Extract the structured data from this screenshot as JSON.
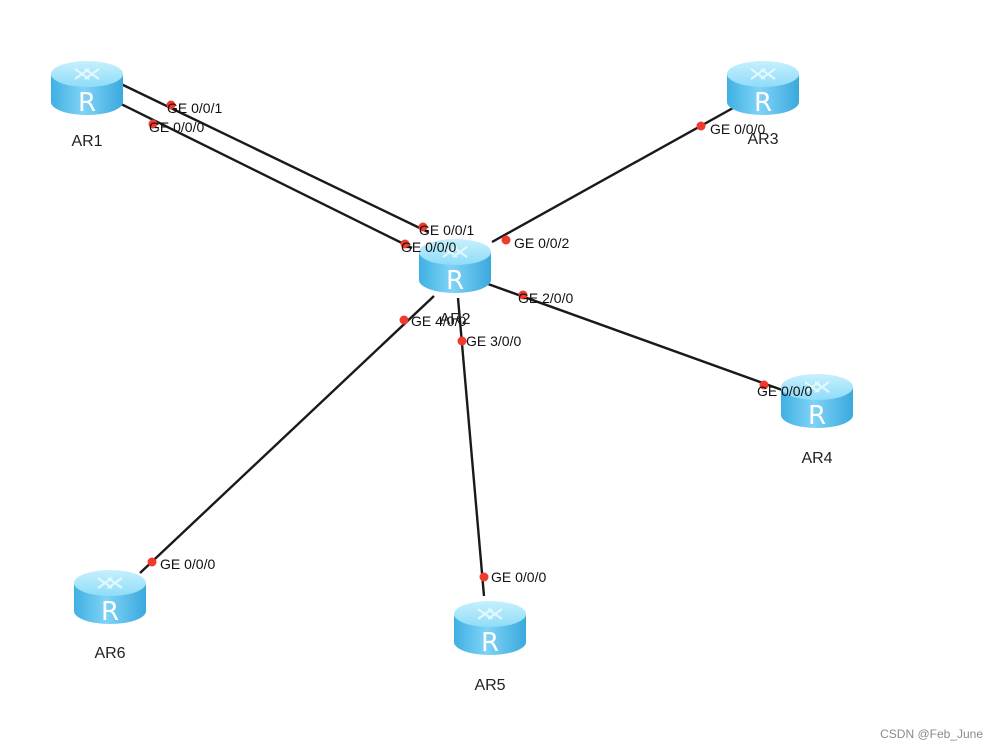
{
  "routers": [
    {
      "id": "AR1",
      "label": "AR1",
      "glyph": "R"
    },
    {
      "id": "AR2",
      "label": "AR2",
      "glyph": "R"
    },
    {
      "id": "AR3",
      "label": "AR3",
      "glyph": "R"
    },
    {
      "id": "AR4",
      "label": "AR4",
      "glyph": "R"
    },
    {
      "id": "AR5",
      "label": "AR5",
      "glyph": "R"
    },
    {
      "id": "AR6",
      "label": "AR6",
      "glyph": "R"
    }
  ],
  "links": [
    {
      "a": "AR1",
      "a_port": "GE 0/0/1",
      "b": "AR2",
      "b_port": "GE 0/0/1"
    },
    {
      "a": "AR1",
      "a_port": "GE 0/0/0",
      "b": "AR2",
      "b_port": "GE 0/0/0"
    },
    {
      "a": "AR3",
      "a_port": "GE 0/0/0",
      "b": "AR2",
      "b_port": "GE 0/0/2"
    },
    {
      "a": "AR4",
      "a_port": "GE 0/0/0",
      "b": "AR2",
      "b_port": "GE 2/0/0"
    },
    {
      "a": "AR5",
      "a_port": "GE 0/0/0",
      "b": "AR2",
      "b_port": "GE 3/0/0"
    },
    {
      "a": "AR6",
      "a_port": "GE 0/0/0",
      "b": "AR2",
      "b_port": "GE 4/0/0"
    }
  ],
  "colors": {
    "router_body": "#5cc3ef",
    "router_top": "#a9e6fb",
    "port_dot": "#f03a2e",
    "link": "#1a1a1a"
  },
  "icon": "router-icon",
  "watermark": "CSDN @Feb_June"
}
